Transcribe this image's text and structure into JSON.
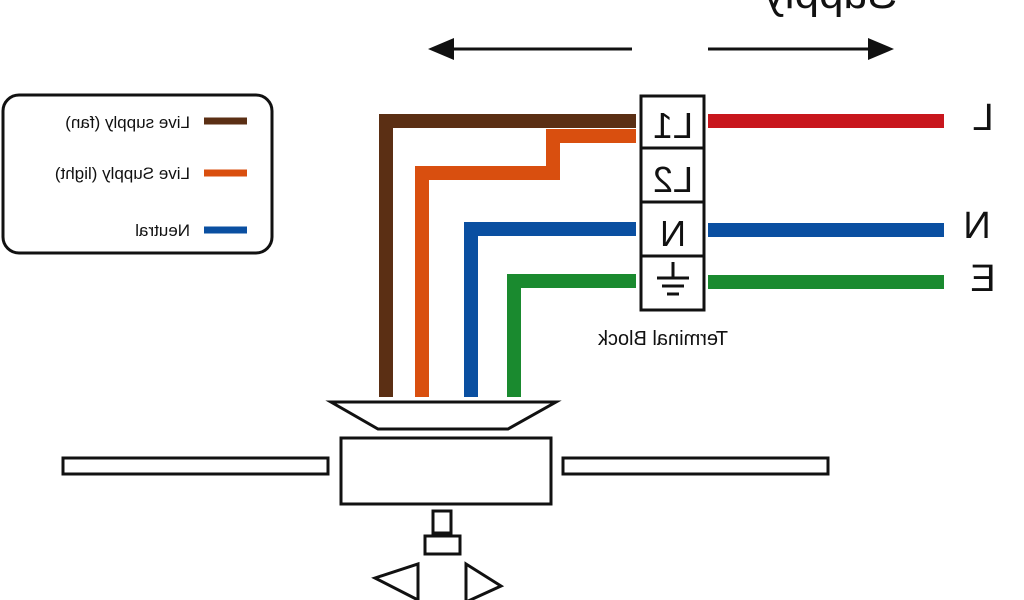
{
  "header": {
    "supply_label": "Supply"
  },
  "legend": {
    "items": [
      {
        "label": "Live supply (fan)",
        "color": "#5b2f14"
      },
      {
        "label": "Live Supply (light)",
        "color": "#d94f0f"
      },
      {
        "label": "Neutral",
        "color": "#0a4fa1"
      }
    ]
  },
  "terminal_block": {
    "label": "Terminal Block",
    "terminals": [
      "L1",
      "L2",
      "N",
      "earth"
    ]
  },
  "supply_lines": [
    {
      "label": "L",
      "color": "#c8161d"
    },
    {
      "label": "N",
      "color": "#0a4fa1"
    },
    {
      "label": "E",
      "color": "#1a8a2f"
    }
  ],
  "colors": {
    "fan_live": "#5b2f14",
    "light_live": "#d94f0f",
    "neutral": "#0a4fa1",
    "earth": "#1a8a2f",
    "supply_live": "#c8161d",
    "outline": "#111111"
  }
}
